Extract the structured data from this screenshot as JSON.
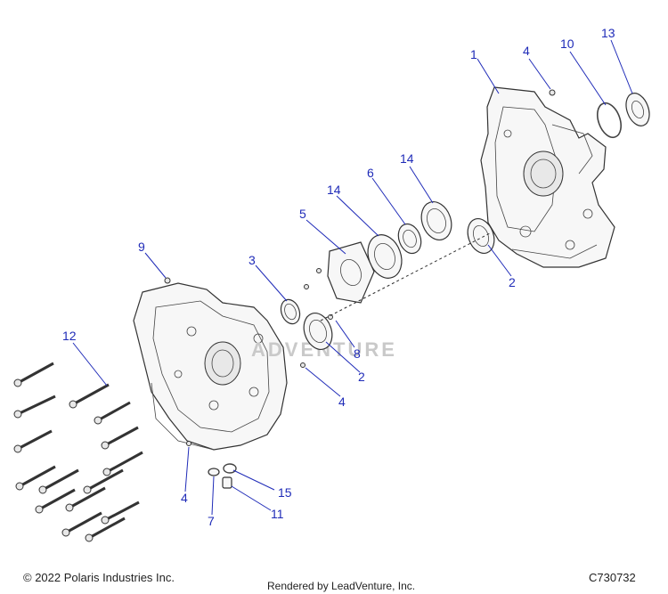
{
  "diagram": {
    "callouts": [
      "1",
      "4",
      "10",
      "13",
      "14",
      "6",
      "14",
      "5",
      "9",
      "3",
      "2",
      "8",
      "2",
      "12",
      "4",
      "4",
      "15",
      "7",
      "11"
    ],
    "watermark": "ADVENTURE",
    "colors": {
      "callout": "#1f2bb8",
      "line": "#333333"
    }
  },
  "footer": {
    "copyright": "© 2022 Polaris Industries Inc.",
    "rendered_by": "Rendered by LeadVenture, Inc.",
    "drawing_id": "C730732"
  }
}
